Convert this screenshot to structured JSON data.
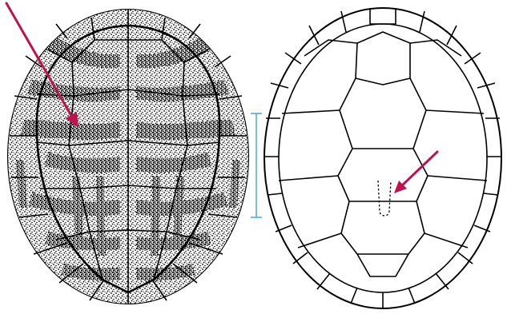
{
  "figure": {
    "left_panel": {
      "name": "carapace-left-patterned"
    },
    "right_panel": {
      "name": "carapace-right-outline"
    },
    "scale_bar": {
      "name": "scale-bar"
    }
  },
  "colors": {
    "arrow": "#c0124e",
    "scale_bar": "#4aa8d8",
    "ink": "#000000",
    "background": "#ffffff"
  },
  "icons": {
    "left_arrow": "arrow-pointer-icon",
    "right_arrow": "arrow-pointer-icon"
  }
}
